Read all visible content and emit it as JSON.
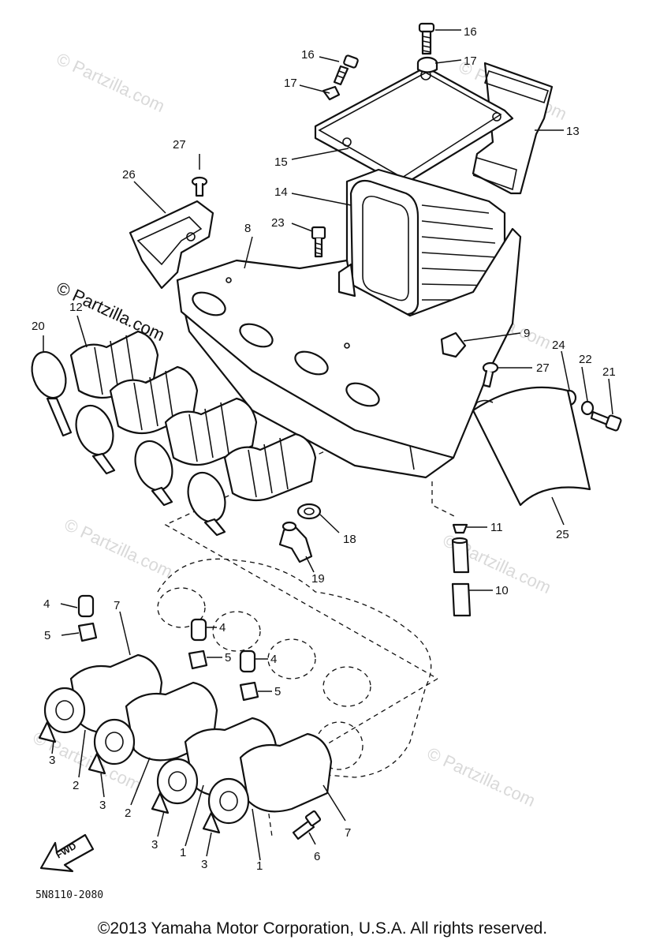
{
  "watermark": {
    "text_site": "© Partzilla.com",
    "text_prefix": "© ",
    "text_name": "Partzilla.com"
  },
  "callouts": [
    "16",
    "16",
    "17",
    "17",
    "13",
    "27",
    "15",
    "14",
    "26",
    "8",
    "23",
    "20",
    "12",
    "9",
    "24",
    "22",
    "21",
    "27",
    "18",
    "25",
    "11",
    "19",
    "10",
    "4",
    "7",
    "4",
    "5",
    "5",
    "4",
    "5",
    "3",
    "2",
    "3",
    "2",
    "3",
    "1",
    "3",
    "1",
    "6",
    "7"
  ],
  "fwd_label": "FWD",
  "drawing_code": "5N8110-2080",
  "copyright": "©2013 Yamaha Motor Corporation, U.S.A. All rights reserved."
}
